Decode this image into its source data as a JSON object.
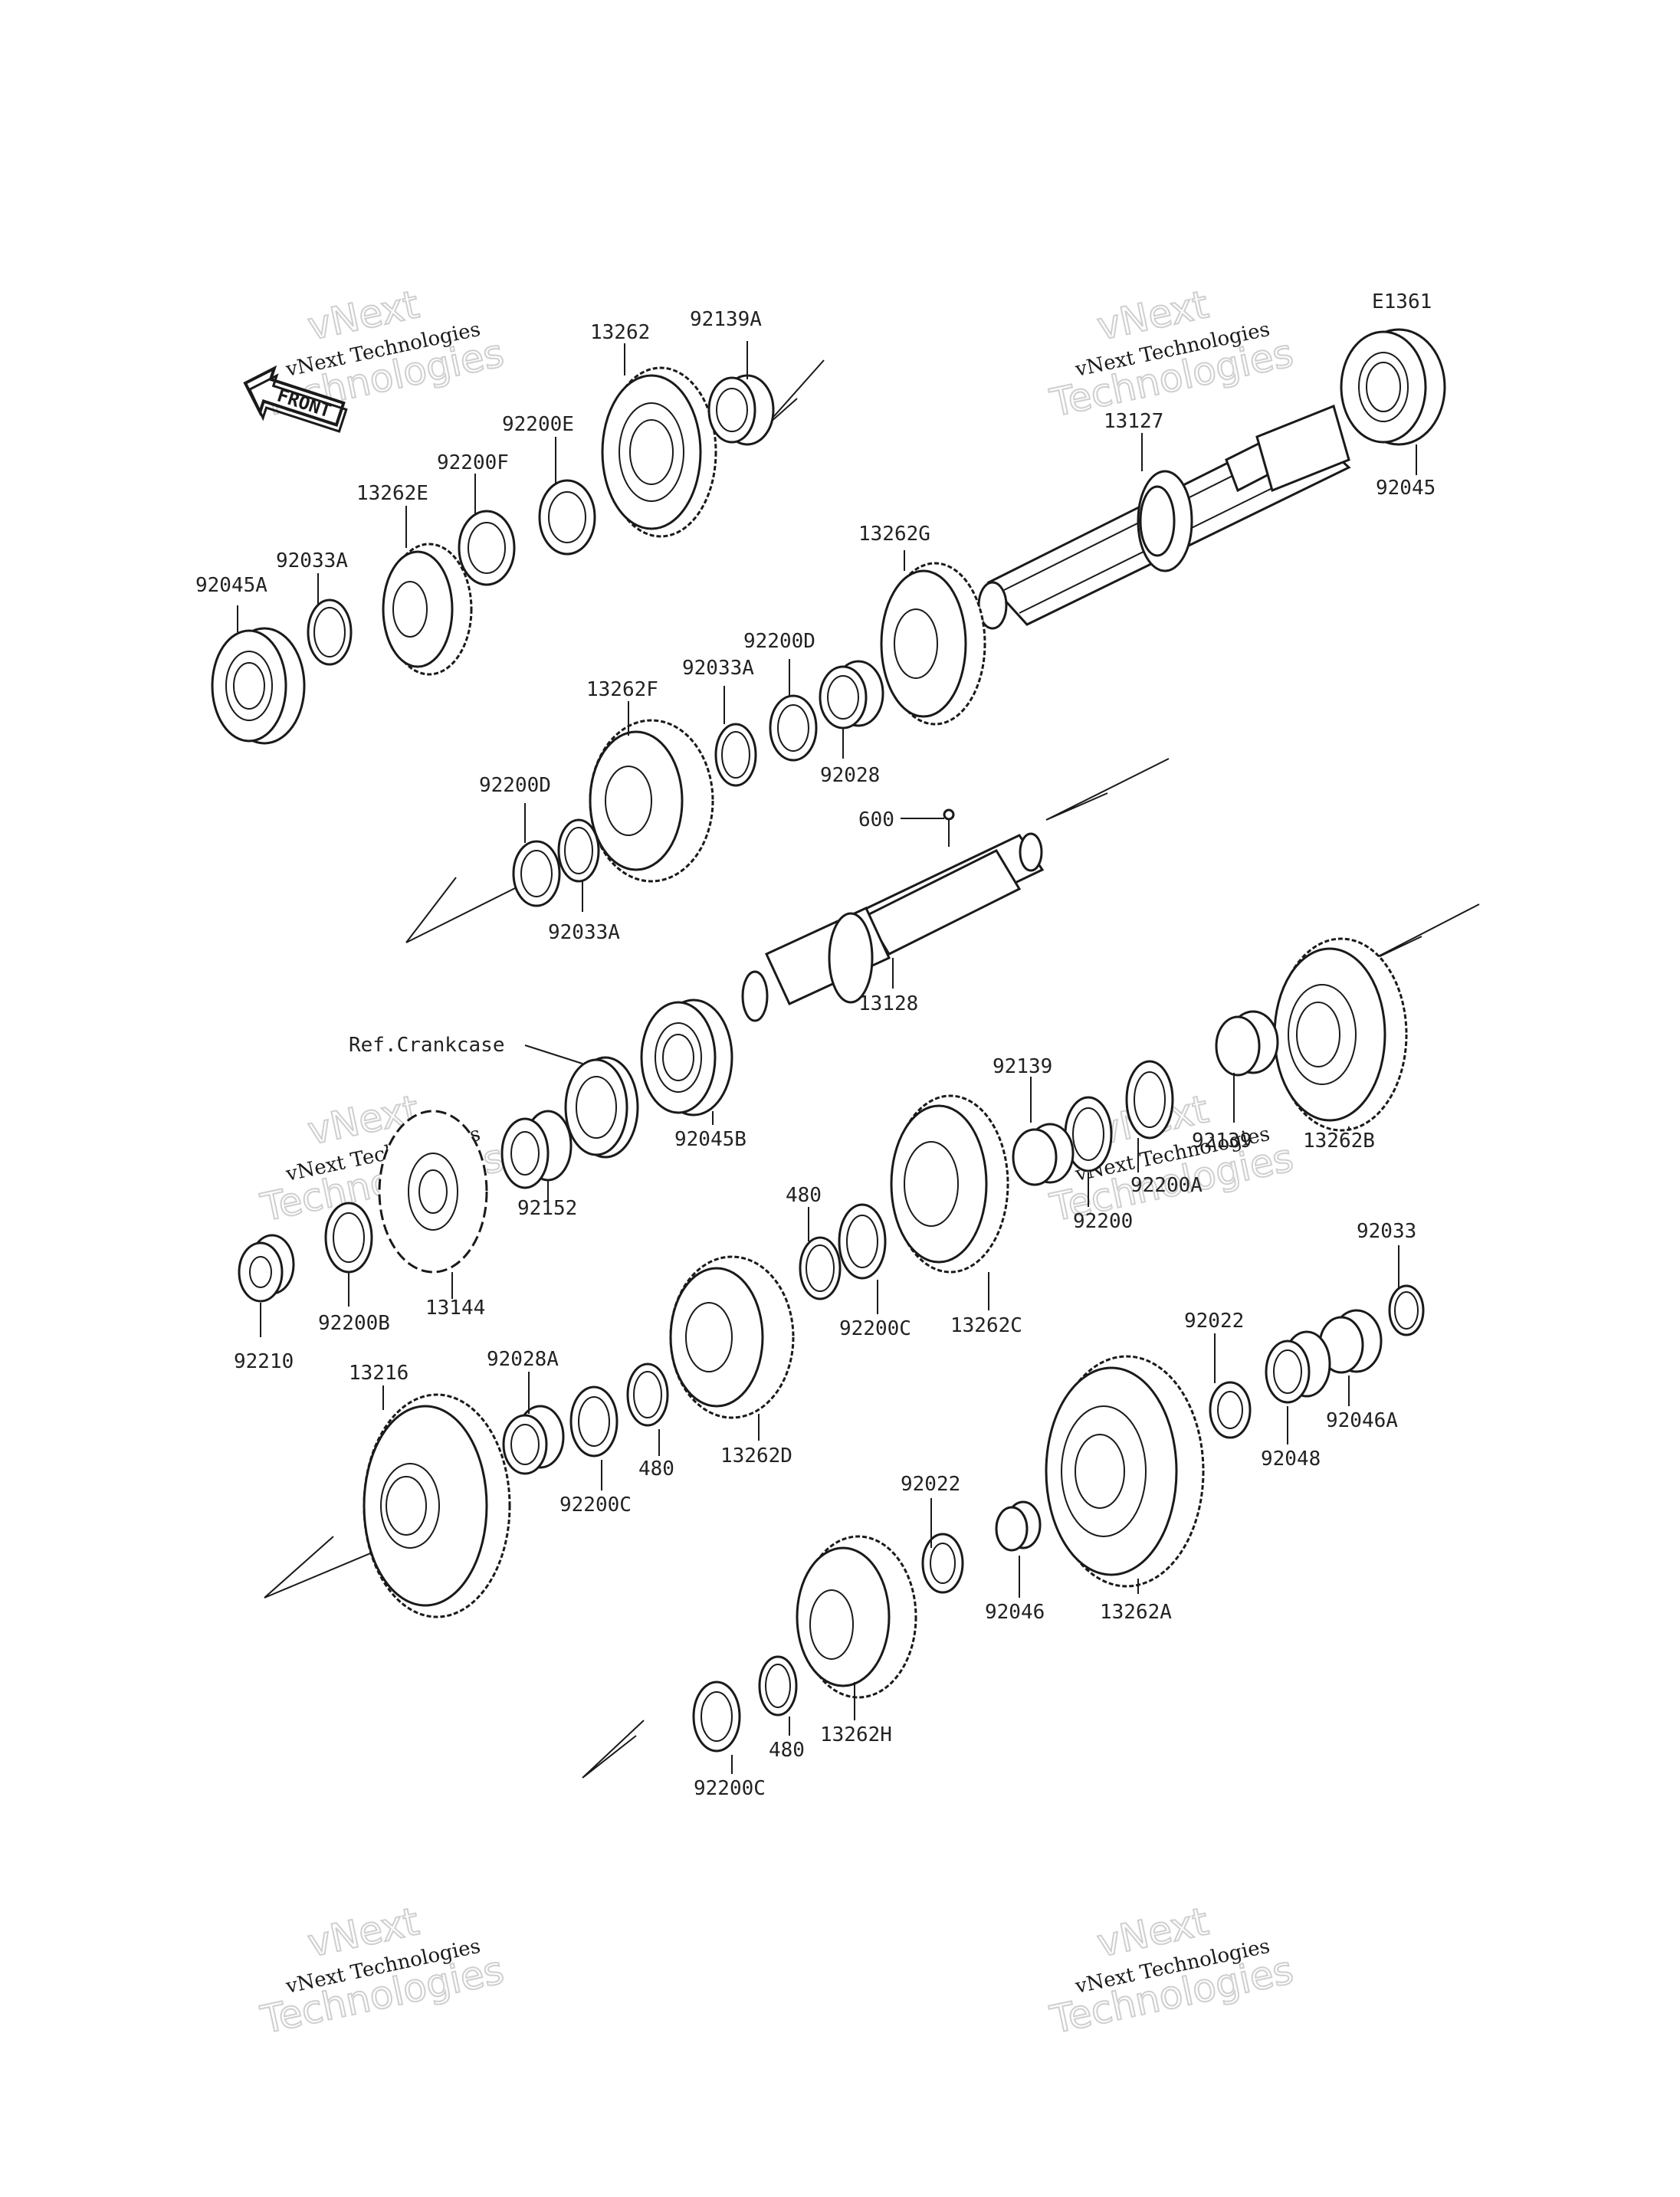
{
  "diagram_code": "E1361",
  "front_label": "FRONT",
  "watermarks": [
    {
      "line1": "vNext",
      "line2": "vNext Technologies",
      "line3": "Technologies"
    },
    {
      "line1": "vNext",
      "line2": "vNext Technologies",
      "line3": "Technologies"
    },
    {
      "line1": "vNext",
      "line2": "vNext Technologies",
      "line3": "Technologies"
    },
    {
      "line1": "vNext",
      "line2": "vNext Technologies",
      "line3": "Technologies"
    },
    {
      "line1": "vNext",
      "line2": "vNext Technologies",
      "line3": "Technologies"
    },
    {
      "line1": "vNext",
      "line2": "vNext Technologies",
      "line3": "Technologies"
    }
  ],
  "parts": [
    {
      "number": "13262"
    },
    {
      "number": "92139A"
    },
    {
      "number": "92200E"
    },
    {
      "number": "92200F"
    },
    {
      "number": "13262E"
    },
    {
      "number": "92033A"
    },
    {
      "number": "92045A"
    },
    {
      "number": "13127"
    },
    {
      "number": "92045"
    },
    {
      "number": "13262G"
    },
    {
      "number": "92200D"
    },
    {
      "number": "92033A"
    },
    {
      "number": "13262F"
    },
    {
      "number": "92028"
    },
    {
      "number": "92200D"
    },
    {
      "number": "92033A"
    },
    {
      "number": "600"
    },
    {
      "number": "13128"
    },
    {
      "number": "Ref.Crankcase"
    },
    {
      "number": "92045B"
    },
    {
      "number": "92152"
    },
    {
      "number": "13144"
    },
    {
      "number": "92200B"
    },
    {
      "number": "92210"
    },
    {
      "number": "92139"
    },
    {
      "number": "92139"
    },
    {
      "number": "13262B"
    },
    {
      "number": "92200A"
    },
    {
      "number": "92200"
    },
    {
      "number": "480"
    },
    {
      "number": "92200C"
    },
    {
      "number": "13262C"
    },
    {
      "number": "92033"
    },
    {
      "number": "92022"
    },
    {
      "number": "92046A"
    },
    {
      "number": "92048"
    },
    {
      "number": "13216"
    },
    {
      "number": "92028A"
    },
    {
      "number": "92200C"
    },
    {
      "number": "480"
    },
    {
      "number": "13262D"
    },
    {
      "number": "92022"
    },
    {
      "number": "92046"
    },
    {
      "number": "13262A"
    },
    {
      "number": "480"
    },
    {
      "number": "92200C"
    },
    {
      "number": "13262H"
    }
  ]
}
